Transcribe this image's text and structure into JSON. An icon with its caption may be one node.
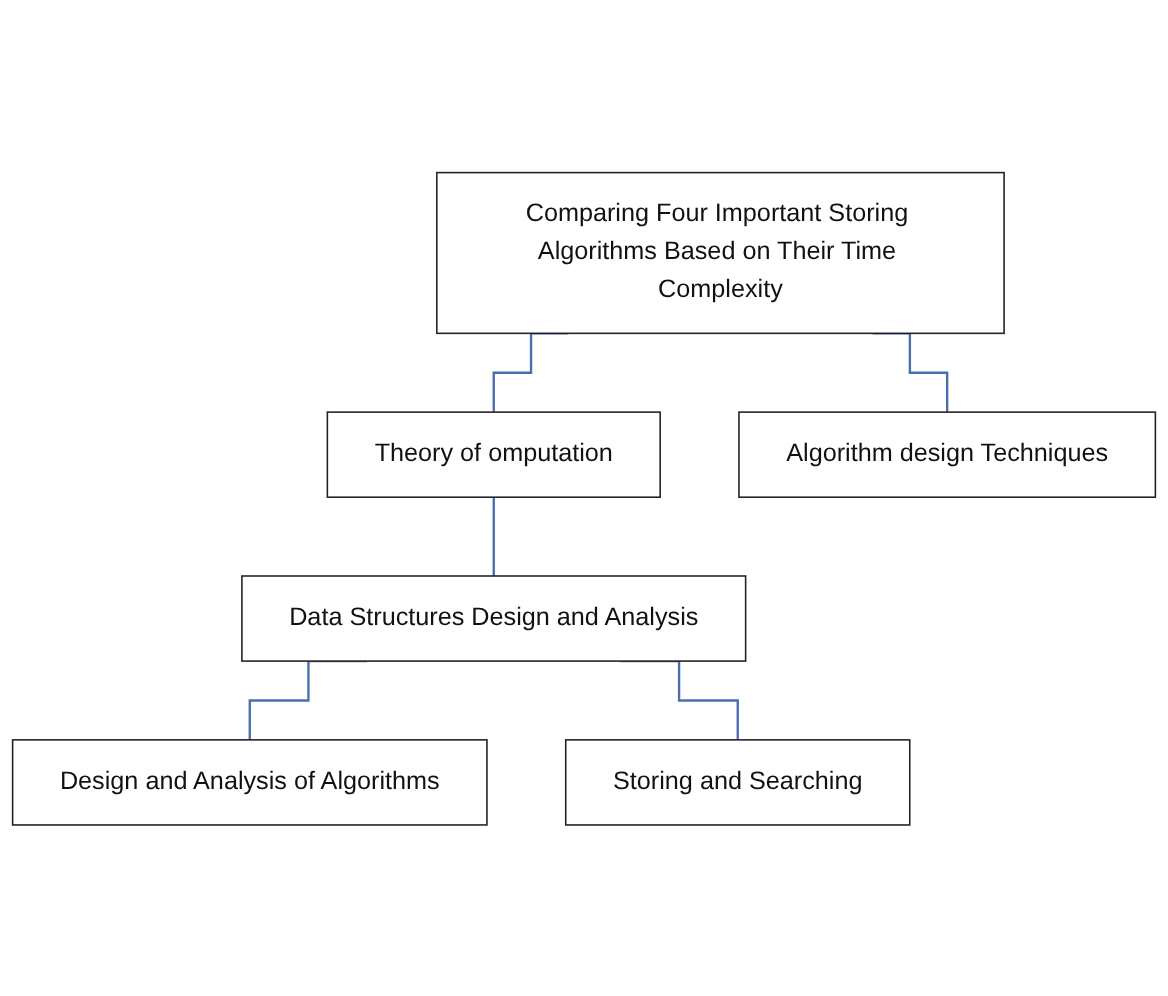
{
  "diagram": {
    "nodes": [
      {
        "text": [
          "Comparing Four Important Storing Algorithms Based on Their Time Complexity"
        ]
      },
      {
        "text": [
          "Theory of omputation"
        ]
      },
      {
        "text": [
          "Algorithm design Techniques"
        ]
      },
      {
        "text": [
          "Data Structures Design and Analysis"
        ]
      },
      {
        "text": [
          "Design and Analysis of Algorithms"
        ]
      },
      {
        "text": [
          "Storing and Searching"
        ]
      }
    ],
    "edges": [
      {
        "from": 0,
        "to": 1,
        "arrow": "none",
        "color": "#4a6fb0"
      },
      {
        "from": 0,
        "to": 2,
        "arrow": "none",
        "color": "#4a6fb0"
      },
      {
        "from": 1,
        "to": 3,
        "arrow": "none",
        "color": "#4a6fb0"
      },
      {
        "from": 3,
        "to": 4,
        "arrow": "none",
        "color": "#4a6fb0"
      },
      {
        "from": 3,
        "to": 5,
        "arrow": "none",
        "color": "#4a6fb0"
      }
    ]
  }
}
